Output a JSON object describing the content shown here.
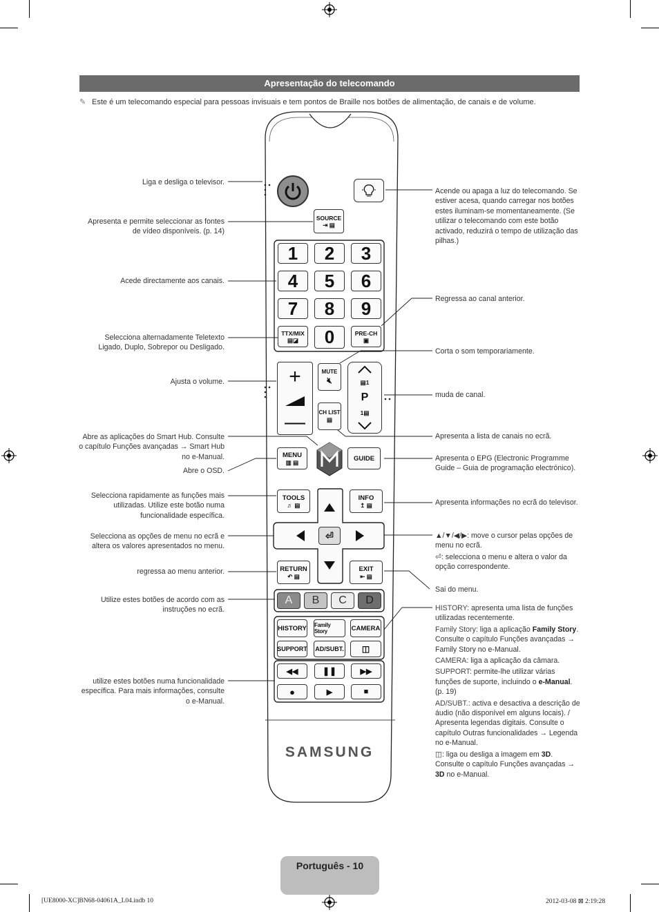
{
  "header": {
    "title": "Apresentação do telecomando"
  },
  "note": {
    "icon": "pencil-icon",
    "text": "Este é um telecomando especial para pessoas invisuais e tem pontos de Braille nos botões de alimentação, de canais e de volume."
  },
  "left_annotations": {
    "power": "Liga e desliga o televisor.",
    "source": "Apresenta e permite seleccionar as fontes de vídeo disponíveis. (p. 14)",
    "numbers": "Acede directamente aos canais.",
    "ttx": "Selecciona alternadamente Teletexto Ligado, Duplo, Sobrepor ou Desligado.",
    "volume": "Ajusta o volume.",
    "smart_hub": "Abre as aplicações do Smart Hub. Consulte o capítulo Funções avançadas → Smart Hub no e-Manual.",
    "menu": "Abre o OSD.",
    "tools": "Selecciona rapidamente as funções mais utilizadas. Utilize este botão numa funcionalidade específica.",
    "nav": "Selecciona as opções de menu no ecrã e altera os valores apresentados no menu.",
    "return": "regressa ao menu anterior.",
    "abcd": "Utilize estes botões de acordo com as instruções no ecrã.",
    "media": "utilize estes botões numa funcionalidade específica. Para mais informações, consulte o e-Manual."
  },
  "right_annotations": {
    "light": "Acende ou apaga a luz do telecomando. Se estiver acesa, quando carregar nos botões estes iluminam-se momentaneamente. (Se utilizar o telecomando com este botão activado, reduzirá o tempo de utilização das pilhas.)",
    "prech": "Regressa ao canal anterior.",
    "mute": "Corta o som temporariamente.",
    "channel": "muda de canal.",
    "chlist": "Apresenta a lista de canais no ecrã.",
    "guide": "Apresenta o EPG (Electronic Programme Guide – Guia de programação electrónico).",
    "info": "Apresenta informações no ecrã do televisor.",
    "arrows": "▲/▼/◀/▶: move o cursor pelas opções de menu no ecrã.",
    "enter": ": selecciona o menu e altera o valor da opção correspondente.",
    "exit": "Sai do menu.",
    "history_key": "HISTORY",
    "history": ": apresenta uma lista de funções utilizadas recentemente.",
    "family_key": "Family Story",
    "family_a": ": liga a aplicação ",
    "family_b": "Family Story",
    "family_c": ". Consulte o capítulo Funções avançadas → Family Story no e-Manual.",
    "camera_key": "CAMERA",
    "camera": ": liga a aplicação da câmara.",
    "support_key": "SUPPORT",
    "support_a": ": permite-lhe utilizar várias funções de suporte, incluindo o ",
    "support_b": "e-Manual",
    "support_c": ". (p. 19)",
    "adsubt_key": "AD/SUBT.",
    "adsubt": ": activa e desactiva a descrição de áudio (não disponível em alguns locais). / Apresenta legendas digitais. Consulte o capítulo Outras funcionalidades → Legenda no e-Manual.",
    "threed_a": ": liga ou desliga a imagem em ",
    "threed_b": "3D",
    "threed_c": ". Consulte o capítulo Funções avançadas → ",
    "threed_d": "3D",
    "threed_e": " no e-Manual."
  },
  "remote": {
    "source": "SOURCE",
    "numbers": [
      "1",
      "2",
      "3",
      "4",
      "5",
      "6",
      "7",
      "8",
      "9"
    ],
    "zero": "0",
    "ttx": "TTX/MIX",
    "prech": "PRE-CH",
    "mute": "MUTE",
    "chlist": "CH LIST",
    "p": "P",
    "menu": "MENU",
    "guide": "GUIDE",
    "tools": "TOOLS",
    "info": "INFO",
    "return": "RETURN",
    "exit": "EXIT",
    "color_buttons": [
      "A",
      "B",
      "C",
      "D"
    ],
    "color_fills": [
      "#8a8a8a",
      "#c4c4c4",
      "#ededed",
      "#6e6e6e"
    ],
    "history": "HISTORY",
    "family_story": "Family Story",
    "camera": "CAMERA",
    "support": "SUPPORT",
    "adsubt": "AD/SUBT.",
    "brand": "SAMSUNG"
  },
  "footer": {
    "page_label": "Português - 10",
    "file_info": "[UE8000-XC]BN68-04061A_L04.indb   10",
    "date_info": "2012-03-08   ⊠ 2:19:28"
  }
}
